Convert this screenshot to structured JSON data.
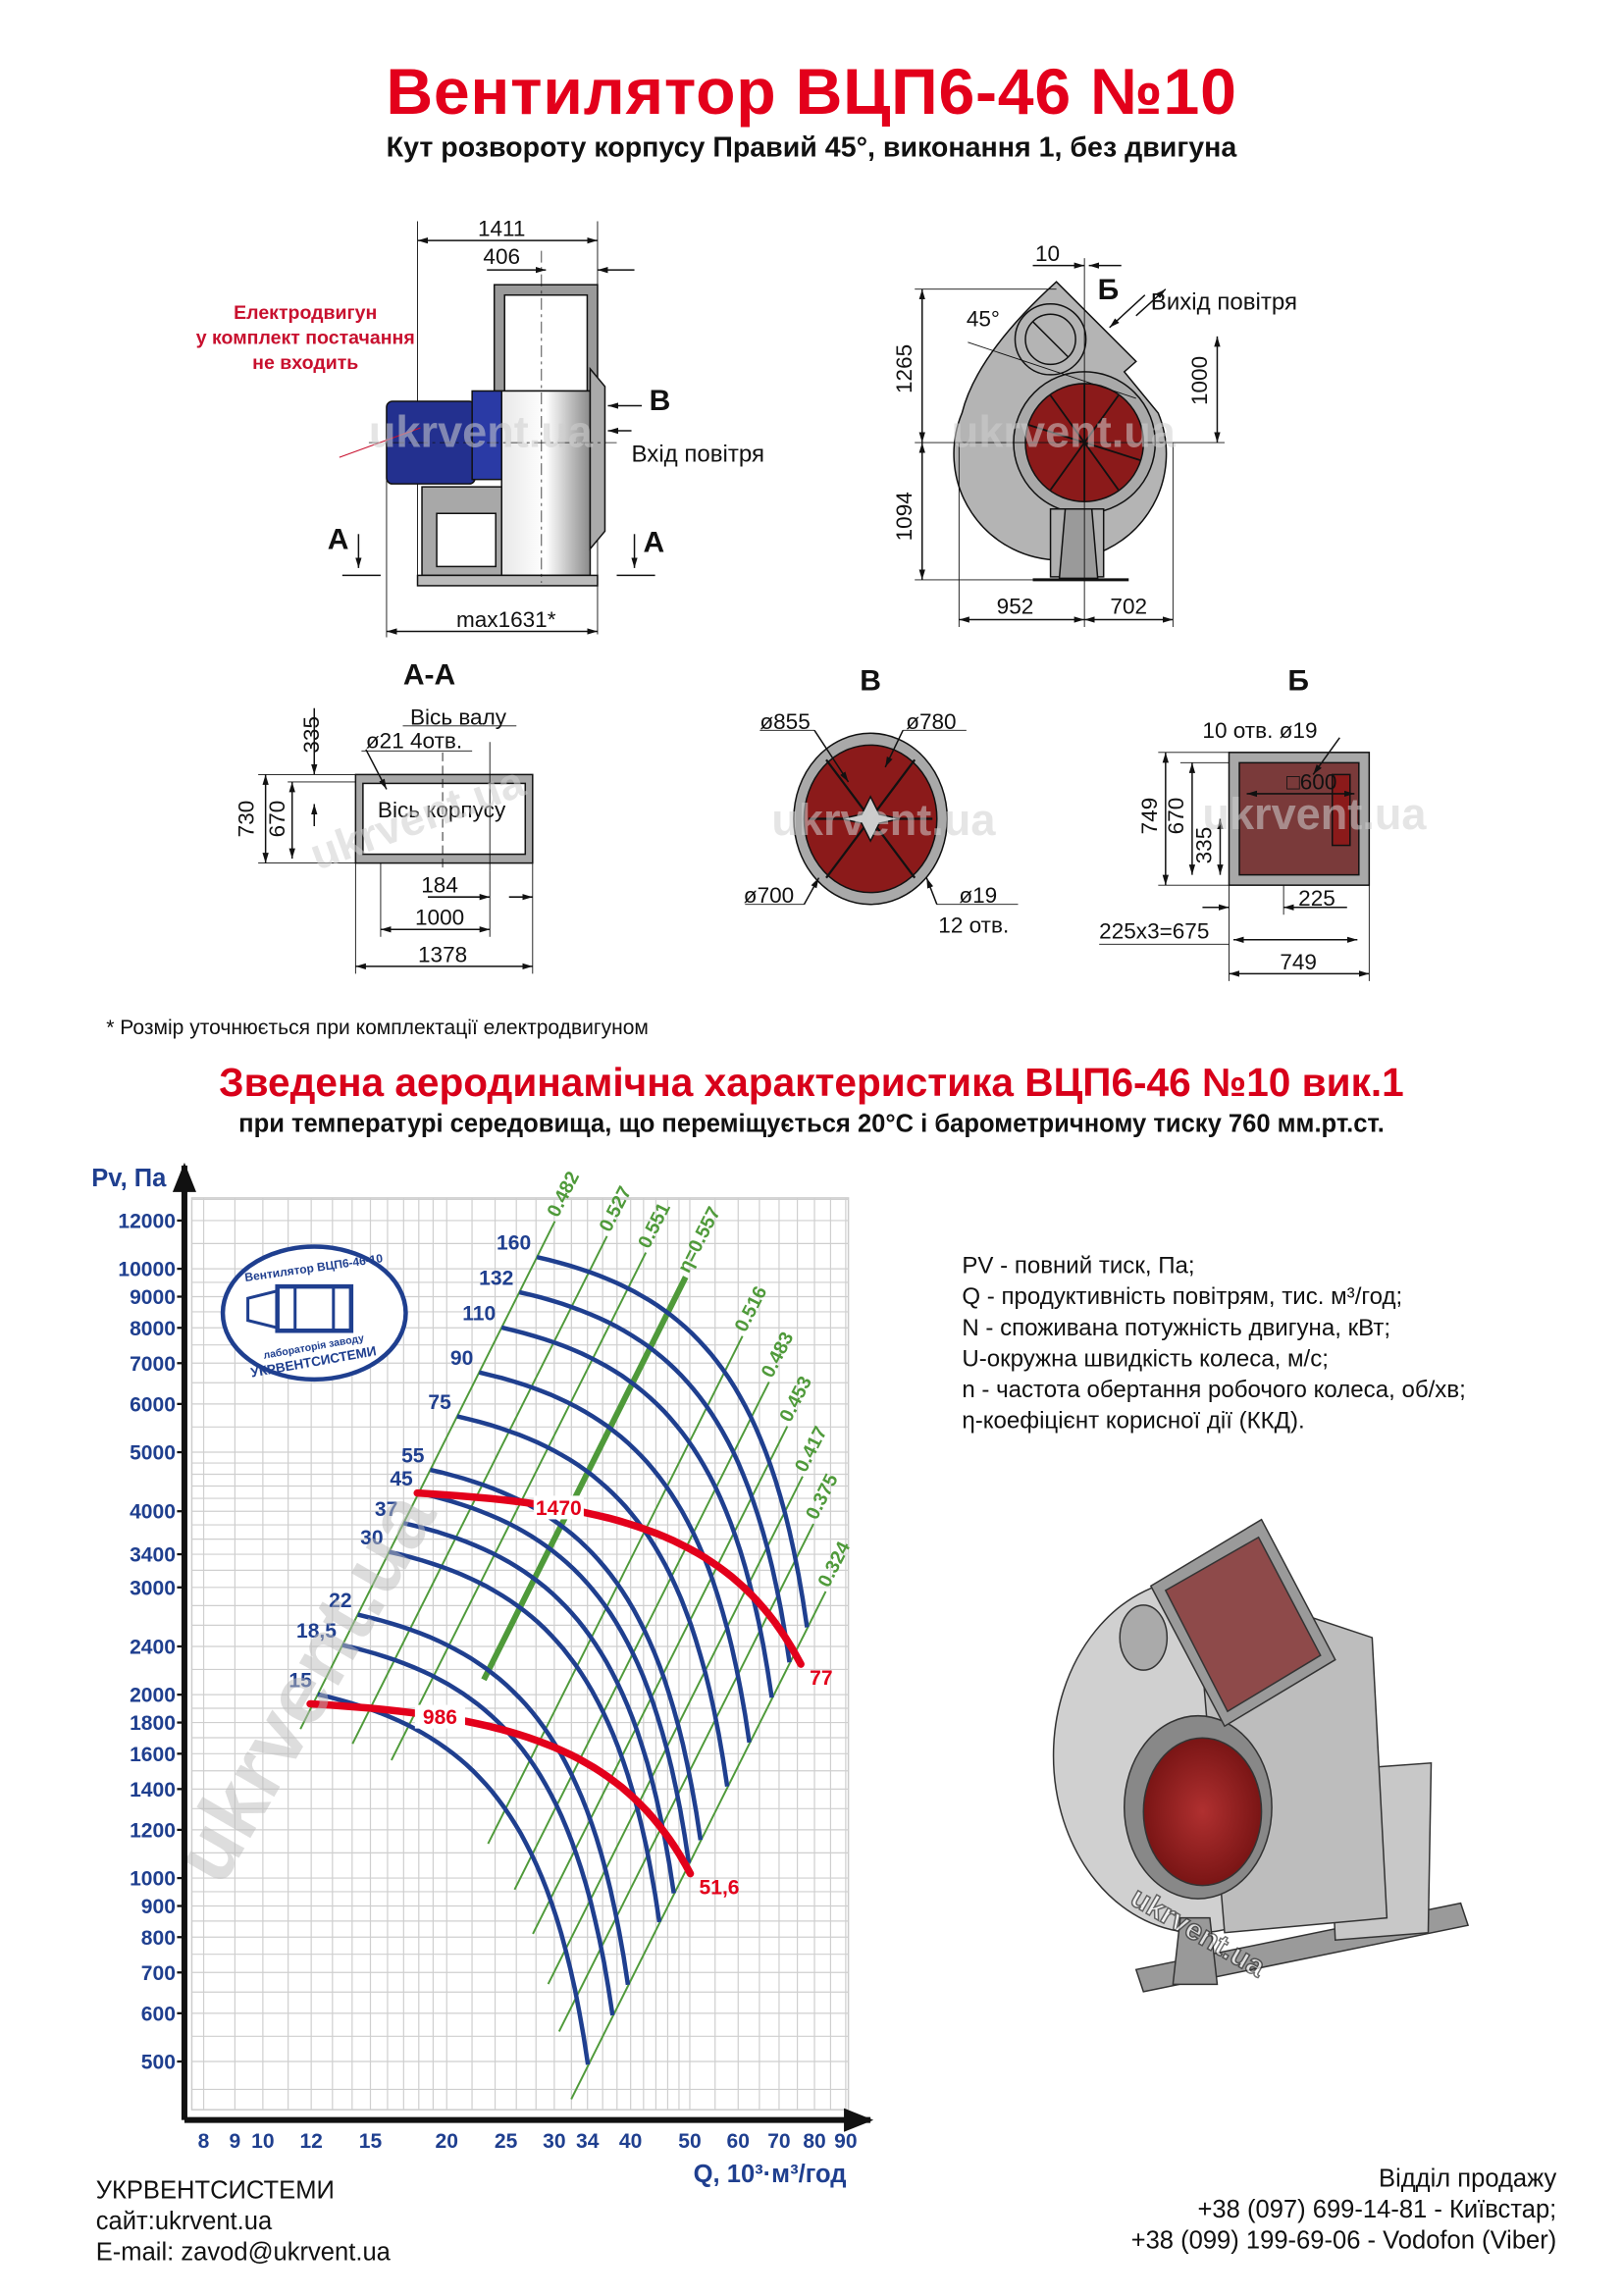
{
  "header": {
    "title": "Вентилятор  ВЦП6-46 №10",
    "subtitle": "Кут розвороту корпусу Правий 45°, виконання 1, без двигуна"
  },
  "side_view": {
    "dim_total": "1411",
    "dim_inner": "406",
    "motor_note": [
      "Електродвигун",
      "у комплект постачання",
      "не входить"
    ],
    "marker_b": "В",
    "inlet_label": "Вхід повітря",
    "marker_a": "А",
    "dim_max": "max1631*"
  },
  "front_view": {
    "dim_top": "10",
    "marker_b": "Б",
    "outlet_label": "Вихід повітря",
    "angle": "45°",
    "dim_upper": "1265",
    "dim_lower": "1094",
    "dim_right": "1000",
    "dim_left_w": "952",
    "dim_right_w": "702"
  },
  "section_aa": {
    "title": "А-А",
    "shaft_axis": "Вісь валу",
    "holes": "ø21 4отв.",
    "body_axis": "Вісь корпусу",
    "dim_335": "335",
    "dim_730": "730",
    "dim_670": "670",
    "dim_184": "184",
    "dim_1000": "1000",
    "dim_1378": "1378"
  },
  "view_v": {
    "title": "В",
    "d855": "ø855",
    "d780": "ø780",
    "d700": "ø700",
    "d19": "ø19",
    "holes": "12 отв."
  },
  "view_b": {
    "title": "Б",
    "holes": "10 отв. ø19",
    "square": "□600",
    "dim_749v": "749",
    "dim_670": "670",
    "dim_335": "335",
    "dim_225": "225",
    "dim_675": "225x3=675",
    "dim_749h": "749"
  },
  "footnote": "* Розмір уточнюється при комплектації електродвигуном",
  "chart_header": {
    "title": "Зведена аеродинамічна характеристика ВЦП6-46 №10 вик.1",
    "subtitle": "при температурі середовища, що переміщується 20°С і барометричному тиску 760 мм.рт.ст."
  },
  "legend": [
    "PV - повний тиск, Па;",
    "Q - продуктивність повітрям, тис. м³/год;",
    "N - споживана потужність двигуна, кВт;",
    "U-окружна швидкість колеса, м/с;",
    "n - частота обертання робочого колеса, об/хв;",
    "η-коефіцієнт корисної дії (ККД)."
  ],
  "stamp": {
    "top": "Вентилятор ВЦП6-46-10",
    "middle": "лабораторія заводу",
    "bottom": "УКРВЕНТСИСТЕМИ"
  },
  "watermark": "ukrvent.ua",
  "chart_data": {
    "type": "line",
    "xscale": "log",
    "yscale": "log",
    "xlabel": "Q, 10³·м³/год",
    "ylabel": "Pv, Па",
    "xlim": [
      7.6,
      91
    ],
    "ylim": [
      417,
      13080
    ],
    "grid": true,
    "x_ticks": [
      8,
      9,
      10,
      12,
      15,
      20,
      25,
      30,
      34,
      40,
      50,
      60,
      70,
      80,
      90
    ],
    "y_ticks": [
      12000,
      10000,
      9000,
      8000,
      7000,
      6000,
      5000,
      4000,
      3400,
      3000,
      2400,
      2000,
      1800,
      1600,
      1400,
      1200,
      1000,
      900,
      800,
      700,
      600,
      500
    ],
    "fan_curve_base": {
      "start": [
        28.1,
        10450
      ],
      "end": [
        77.8,
        2580
      ]
    },
    "power_curves": [
      {
        "label": "160",
        "start_q": 28.1
      },
      {
        "label": "132",
        "start_q": 26.3
      },
      {
        "label": "110",
        "start_q": 24.6
      },
      {
        "label": "90",
        "start_q": 22.6
      },
      {
        "label": "75",
        "start_q": 20.8
      },
      {
        "label": "55",
        "start_q": 18.8
      },
      {
        "label": "45",
        "start_q": 18.0
      },
      {
        "label": "37",
        "start_q": 17.0
      },
      {
        "label": "30",
        "start_q": 16.1
      },
      {
        "label": "22",
        "start_q": 14.3
      },
      {
        "label": "18,5",
        "start_q": 13.5
      },
      {
        "label": "15",
        "start_q": 12.3
      }
    ],
    "efficiency_lines": [
      {
        "label": "0.482",
        "base_q": 28.1
      },
      {
        "label": "0.527",
        "base_q": 34.2
      },
      {
        "label": "0.551",
        "base_q": 39.6
      },
      {
        "label": "η=0.557",
        "base_q": 46.0,
        "bold": true
      },
      {
        "label": "0.516",
        "base_q": 57.0
      },
      {
        "label": "0.483",
        "base_q": 63.0
      },
      {
        "label": "0.453",
        "base_q": 67.5
      },
      {
        "label": "0.417",
        "base_q": 71.5
      },
      {
        "label": "0.375",
        "base_q": 74.5
      },
      {
        "label": "0.324",
        "base_q": 78.0
      }
    ],
    "rpm_curves": [
      {
        "rpm": "1470",
        "u": "77",
        "start": [
          17.9,
          4285
        ],
        "end": [
          76.0,
          2244
        ],
        "label_q": 30.5
      },
      {
        "rpm": "986",
        "u": "51,6",
        "start": [
          11.95,
          1932
        ],
        "end": [
          50.1,
          1017
        ],
        "label_q": 19.5
      }
    ],
    "colors": {
      "power": "#1f3f8f",
      "efficiency": "#4f9a3a",
      "rpm": "#e3001b",
      "grid": "#cfcfcf"
    }
  },
  "footer": {
    "company": "УКРВЕНТСИСТЕМИ",
    "site": "сайт:ukrvent.ua",
    "email": "E-mail: zavod@ukrvent.ua",
    "sales_title": "Відділ продажу",
    "phone1": "+38 (097) 699-14-81 - Київстар;",
    "phone2": "+38 (099) 199-69-06 - Vodofon (Viber)"
  }
}
